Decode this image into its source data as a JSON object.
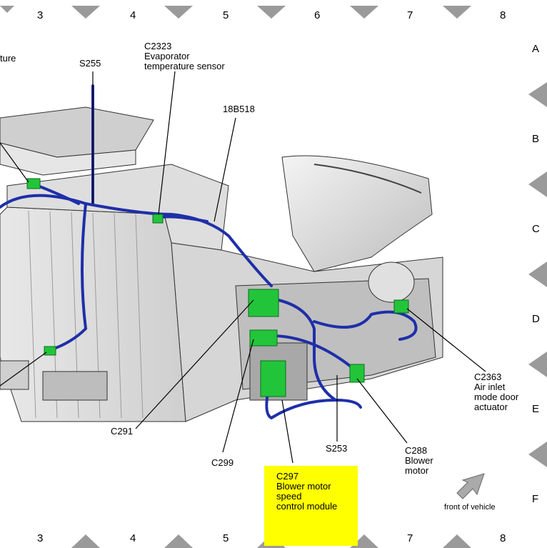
{
  "grid": {
    "columns": [
      "3",
      "4",
      "5",
      "6",
      "7",
      "8"
    ],
    "rows": [
      "A",
      "B",
      "C",
      "D",
      "E",
      "F"
    ]
  },
  "labels": {
    "partial": "ture",
    "s255": "S255",
    "c2323": [
      "C2323",
      "Evaporator",
      "temperature sensor"
    ],
    "b518": "18B518",
    "c291": "C291",
    "c299": "C299",
    "s253": "S253",
    "c288": [
      "C288",
      "Blower",
      "motor"
    ],
    "c2363": [
      "C2363",
      "Air inlet",
      "mode door",
      "actuator"
    ],
    "c297": [
      "C297",
      "Blower motor",
      "speed",
      "control module"
    ],
    "front": "front of vehicle"
  },
  "colors": {
    "wire": "#1e2fa8",
    "connector": "#22c53a",
    "highlight": "#ffff00",
    "arrow": "#aaaaaa"
  }
}
